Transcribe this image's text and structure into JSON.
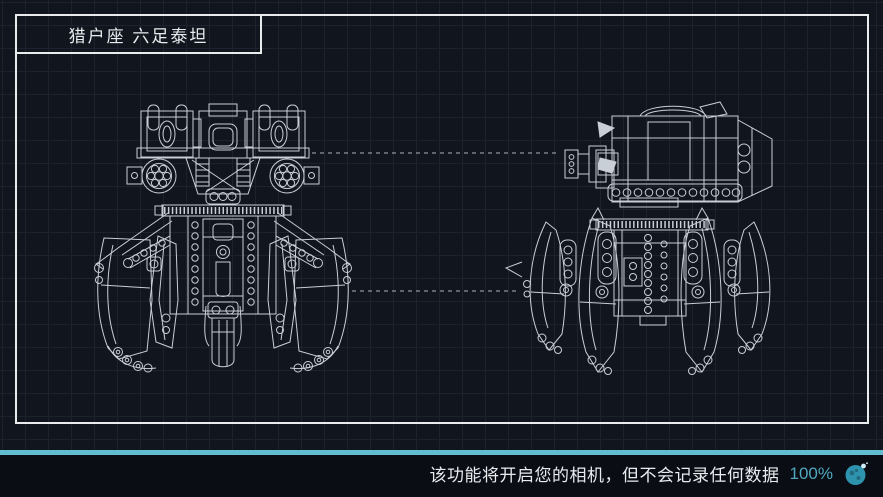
{
  "title": {
    "label": "猎户座 六足泰坦"
  },
  "footer": {
    "notice": "该功能将开启您的相机，但不会记录任何数据",
    "progress_percent": "100%",
    "progress_value": 100
  },
  "icons": {
    "planet": "planet-loading-icon"
  },
  "colors": {
    "background": "#11161e",
    "grid_line": "#1c232d",
    "frame_line": "#e9ebed",
    "drawing_line": "#c9cfd6",
    "accent_bar": "#62bdd1",
    "percent_text": "#4fa8bf",
    "notice_text": "#e8ecee",
    "footer_background": "#0a0e14",
    "planet_fill": "#2e93ae",
    "planet_moon": "#cfeef5"
  }
}
